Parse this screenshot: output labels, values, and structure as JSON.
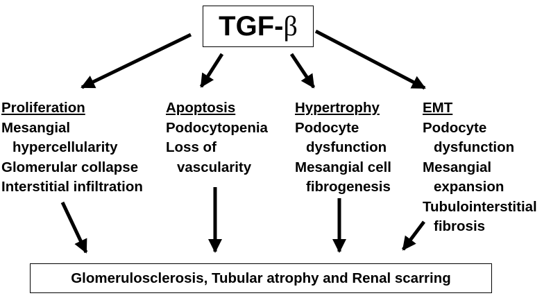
{
  "top": {
    "prefix": "TGF-",
    "symbol": "β"
  },
  "columns": [
    {
      "heading": "Proliferation",
      "lines": [
        {
          "text": "Mesangial",
          "indent": false
        },
        {
          "text": "hypercellularity",
          "indent": true
        },
        {
          "text": "Glomerular collapse",
          "indent": false
        },
        {
          "text": "Interstitial infiltration",
          "indent": false
        }
      ]
    },
    {
      "heading": "Apoptosis",
      "lines": [
        {
          "text": "Podocytopenia",
          "indent": false
        },
        {
          "text": "Loss of",
          "indent": false
        },
        {
          "text": "vascularity",
          "indent": true
        }
      ]
    },
    {
      "heading": "Hypertrophy",
      "lines": [
        {
          "text": "Podocyte",
          "indent": false
        },
        {
          "text": "dysfunction",
          "indent": true
        },
        {
          "text": "Mesangial cell",
          "indent": false
        },
        {
          "text": "fibrogenesis",
          "indent": true
        }
      ]
    },
    {
      "heading": "EMT",
      "lines": [
        {
          "text": "Podocyte",
          "indent": false
        },
        {
          "text": "dysfunction",
          "indent": true
        },
        {
          "text": "Mesangial",
          "indent": false
        },
        {
          "text": "expansion",
          "indent": true
        },
        {
          "text": "Tubulointerstitial",
          "indent": false
        },
        {
          "text": "fibrosis",
          "indent": true
        }
      ]
    }
  ],
  "outcome": "Glomerulosclerosis, Tubular atrophy and Renal scarring"
}
